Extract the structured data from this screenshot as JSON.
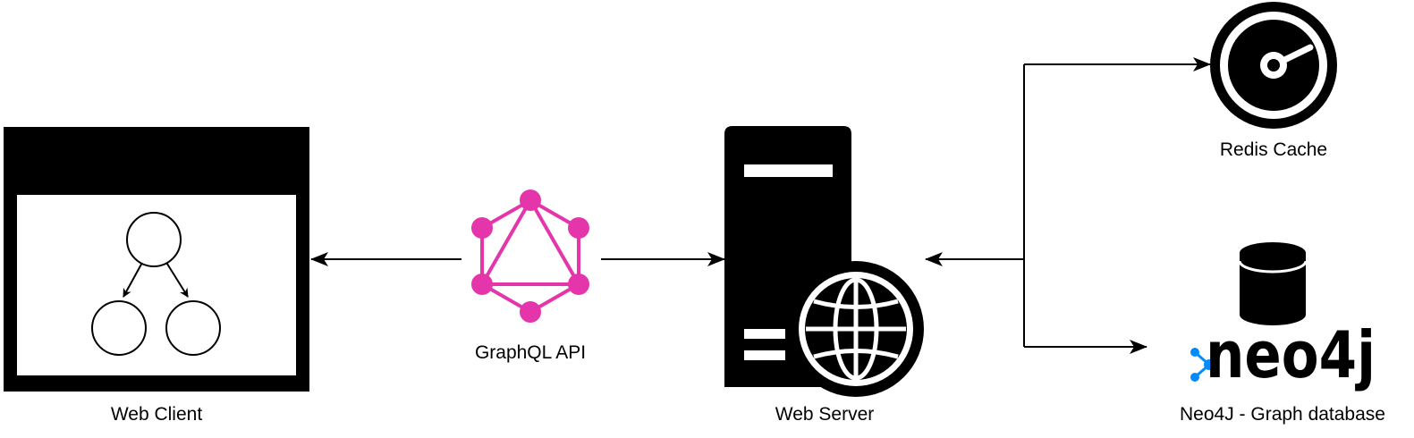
{
  "nodes": {
    "web_client": {
      "label": "Web Client"
    },
    "graphql": {
      "label": "GraphQL API"
    },
    "web_server": {
      "label": "Web Server"
    },
    "redis": {
      "label": "Redis Cache"
    },
    "neo4j": {
      "label": "Neo4J - Graph database",
      "logo_text": "neo4j"
    }
  },
  "edges": [
    {
      "from": "graphql",
      "to": "web_client"
    },
    {
      "from": "graphql",
      "to": "web_server"
    },
    {
      "from": "branch",
      "to": "web_server"
    },
    {
      "from": "branch",
      "to": "redis"
    },
    {
      "from": "branch",
      "to": "neo4j"
    }
  ],
  "colors": {
    "graphql": "#e535ab",
    "neo4j_accent": "#018bff",
    "ink": "#000000"
  }
}
